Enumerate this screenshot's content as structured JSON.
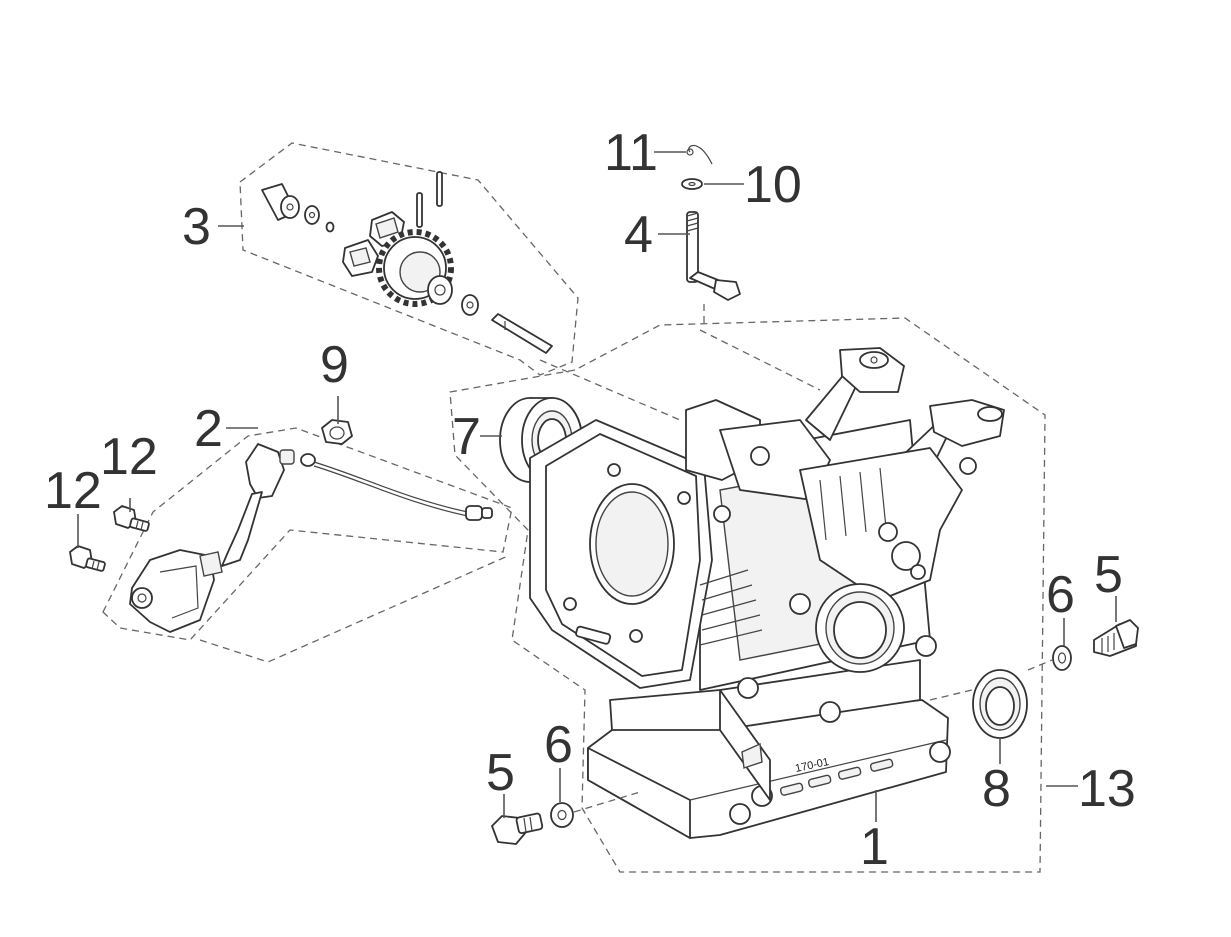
{
  "callouts": {
    "c1": "1",
    "c2": "2",
    "c3": "3",
    "c4": "4",
    "c5a": "5",
    "c5b": "5",
    "c6a": "6",
    "c6b": "6",
    "c7": "7",
    "c8": "8",
    "c9": "9",
    "c10": "10",
    "c11": "11",
    "c12a": "12",
    "c12b": "12",
    "c13": "13"
  },
  "casting_mark": "170-01"
}
